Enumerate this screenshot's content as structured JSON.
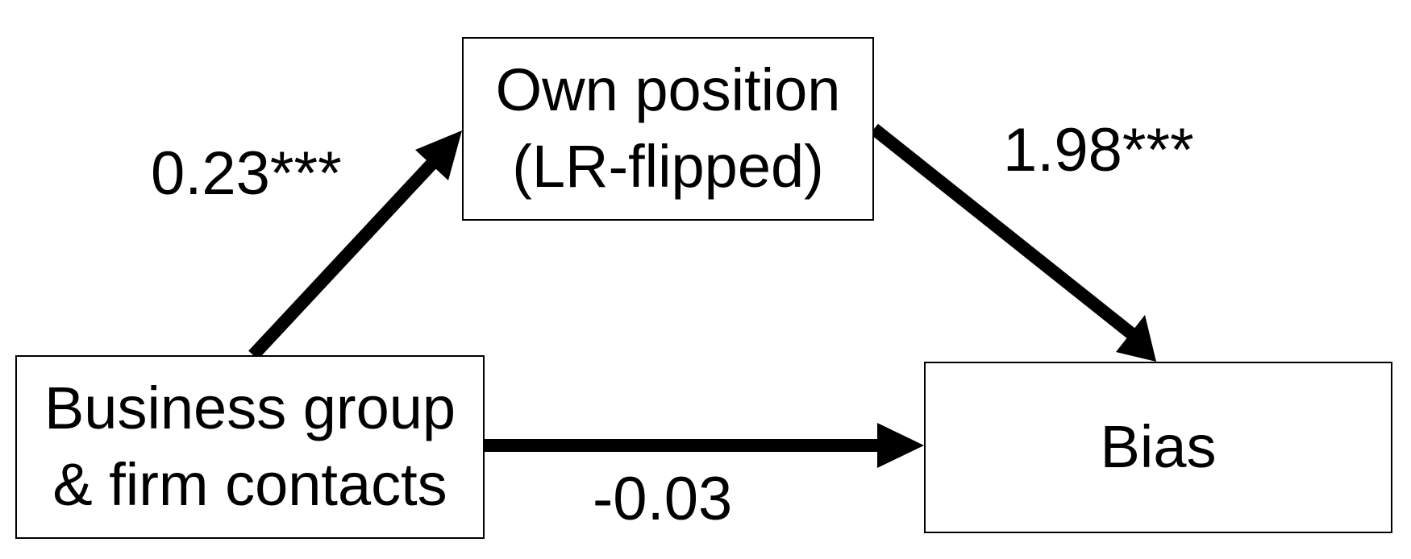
{
  "nodes": {
    "own_position": {
      "line1": "Own position",
      "line2": "(LR-flipped)"
    },
    "business_contacts": {
      "line1": "Business group",
      "line2": "& firm contacts"
    },
    "bias": {
      "label": "Bias"
    }
  },
  "paths": {
    "contacts_to_position": "0.23***",
    "position_to_bias": "1.98***",
    "contacts_to_bias": "-0.03"
  }
}
